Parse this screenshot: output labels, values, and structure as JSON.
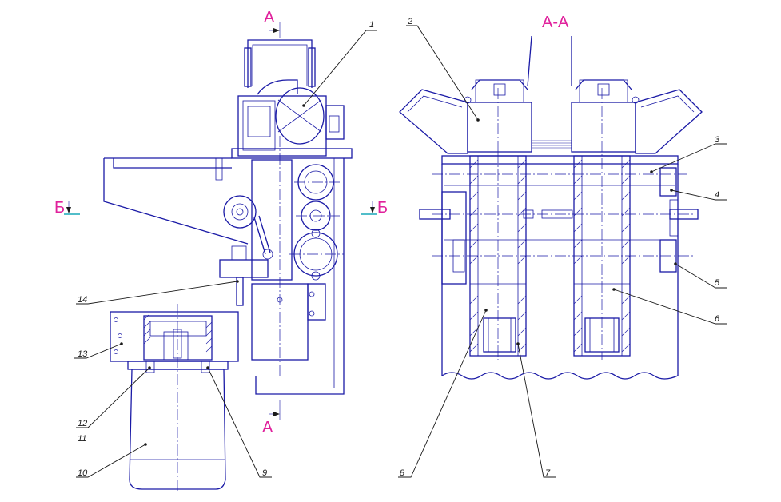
{
  "section_marks": {
    "a_top": "А",
    "a_bottom": "А",
    "b_left": "Б",
    "b_right": "Б",
    "view_title": "А-А"
  },
  "callouts": {
    "c1": "1",
    "c2": "2",
    "c3": "3",
    "c4": "4",
    "c5": "5",
    "c6": "6",
    "c7": "7",
    "c8": "8",
    "c9": "9",
    "c10": "10",
    "c11": "11",
    "c12": "12",
    "c13": "13",
    "c14": "14"
  },
  "colors": {
    "linework": "#1a1aa6",
    "section_text": "#e0219c",
    "section_arrow": "#18a8b8",
    "leader": "#1a1a1a"
  }
}
